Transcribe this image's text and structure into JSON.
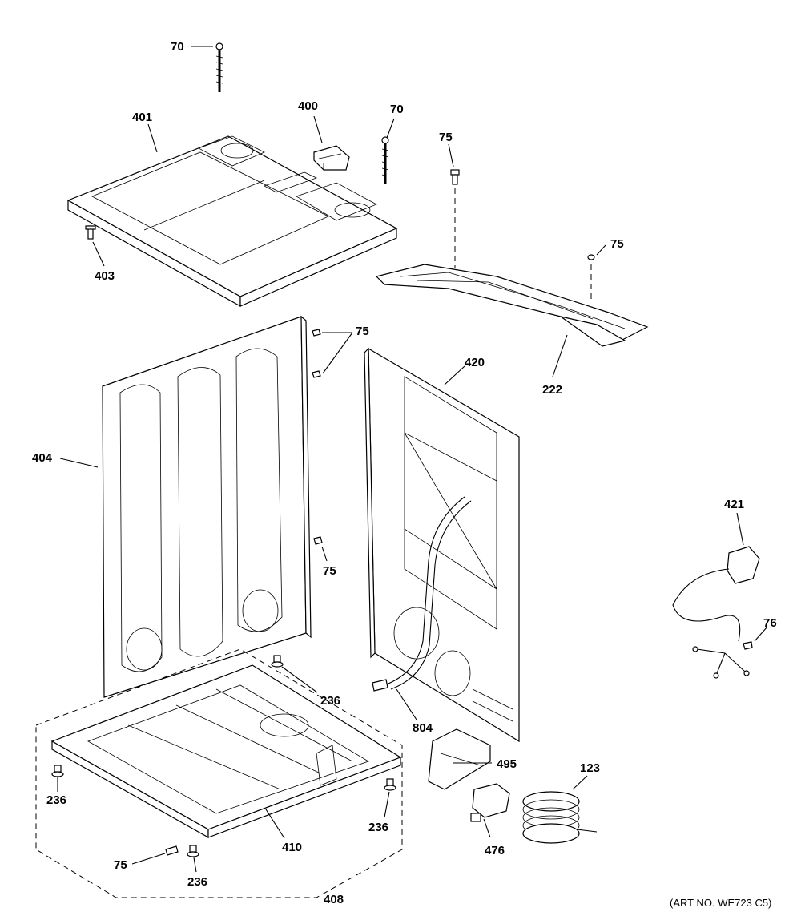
{
  "art_number": "(ART NO. WE723 C5)",
  "callouts": {
    "c70a": "70",
    "c70b": "70",
    "c401": "401",
    "c400": "400",
    "c75top": "75",
    "c75r": "75",
    "c403": "403",
    "c75side": "75",
    "c222": "222",
    "c420": "420",
    "c404": "404",
    "c75mid": "75",
    "c421": "421",
    "c76": "76",
    "c236a": "236",
    "c804": "804",
    "c495": "495",
    "c123": "123",
    "c236b": "236",
    "c236c": "236",
    "c410": "410",
    "c476": "476",
    "c75bot": "75",
    "c236d": "236",
    "c408": "408"
  }
}
